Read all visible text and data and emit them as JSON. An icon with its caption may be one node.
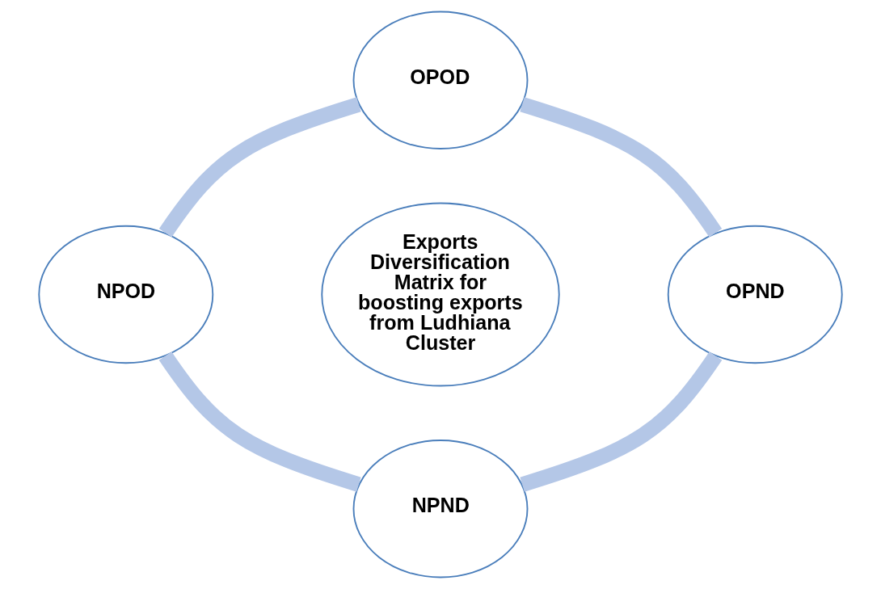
{
  "diagram": {
    "nodes": [
      {
        "text": [
          "OPOD"
        ]
      },
      {
        "text": [
          "NPOD"
        ]
      },
      {
        "text": [
          "Exports Diversification Matrix for boosting exports from Ludhiana Cluster"
        ]
      },
      {
        "text": [
          "OPND"
        ]
      },
      {
        "text": [
          "NPND"
        ]
      }
    ],
    "edges": [
      {
        "from": 0,
        "to": 3,
        "arrow": "none"
      },
      {
        "from": 3,
        "to": 4,
        "arrow": "none"
      },
      {
        "from": 4,
        "to": 1,
        "arrow": "none"
      },
      {
        "from": 1,
        "to": 0,
        "arrow": "none"
      }
    ]
  }
}
